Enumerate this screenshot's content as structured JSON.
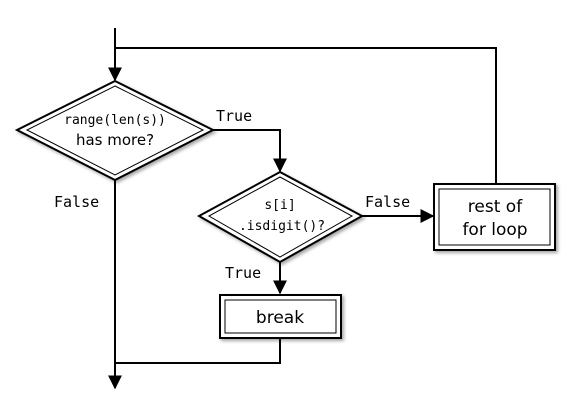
{
  "decision_loop": {
    "line1": "range(len(s))",
    "line2": "has more?"
  },
  "decision_digit": {
    "line1": "s[i]",
    "line2": ".isdigit()?"
  },
  "process_rest": {
    "line1": "rest of",
    "line2": "for loop"
  },
  "process_break": {
    "label": "break"
  },
  "edge_labels": {
    "loop_true": "True",
    "loop_false": "False",
    "digit_false": "False",
    "digit_true": "True"
  }
}
